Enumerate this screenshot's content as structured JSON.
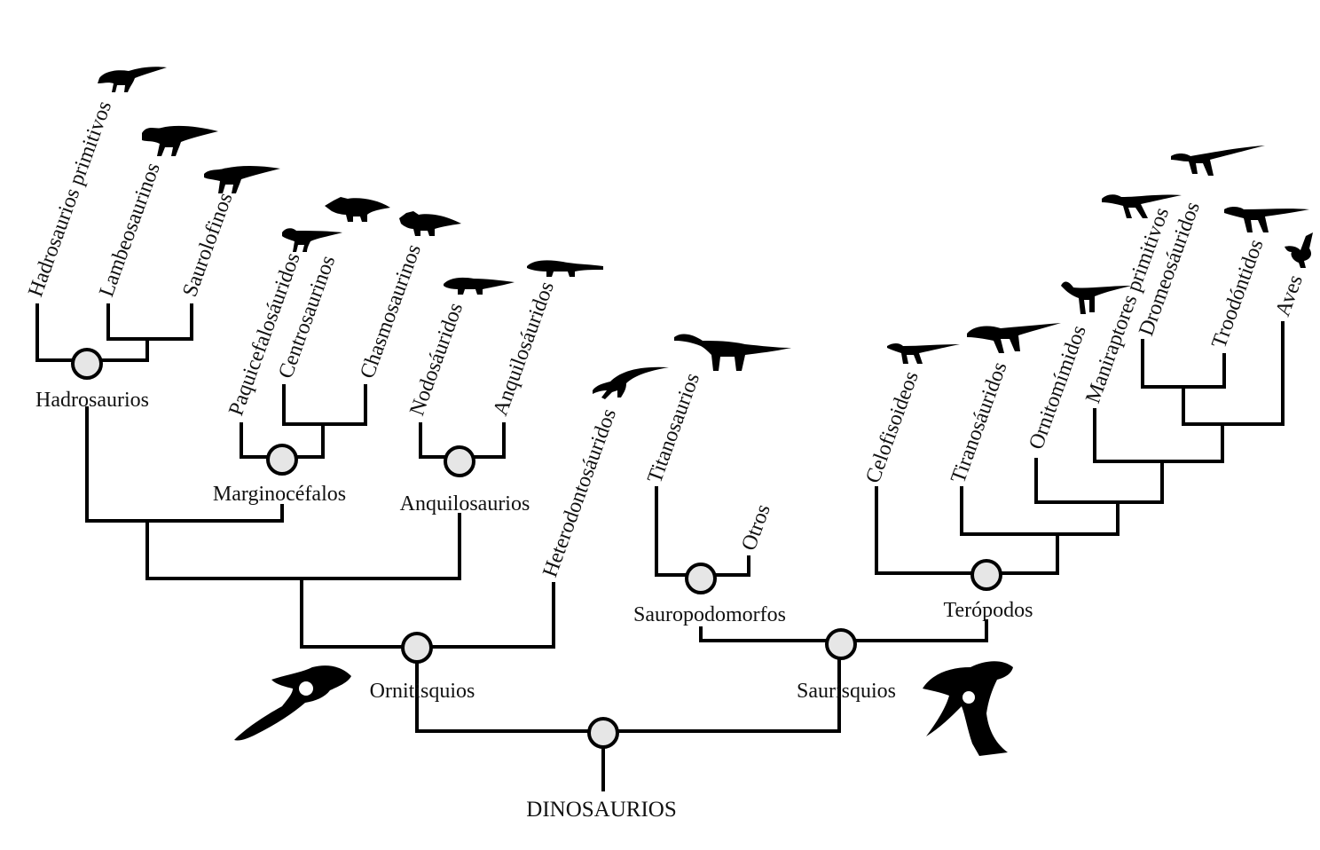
{
  "diagram": {
    "root_label": "DINOSAURIOS",
    "clades": {
      "ornitisquios": "Ornitisquios",
      "saurisquios": "Saurisquios",
      "hadrosaurios": "Hadrosaurios",
      "marginocefalos": "Marginocéfalos",
      "anquilosaurios": "Anquilosaurios",
      "sauropodomorfos": "Sauropodomorfos",
      "teropodos": "Terópodos"
    },
    "leaves": {
      "hadrosaurios_primitivos": "Hadrosaurios primitivos",
      "lambeosaurinos": "Lambeosaurinos",
      "saurolofinos": "Saurolofinos",
      "paquicefalosauridos": "Paquicefalosáuridos",
      "centrosaurinos": "Centrosaurinos",
      "chasmosaurinos": "Chasmosaurinos",
      "nodosauridos": "Nodosáuridos",
      "anquilosauridos": "Anquilosáuridos",
      "heterodontosauridos": "Heterodontosáuridos",
      "titanosaurios": "Titanosaurios",
      "otros": "Otros",
      "celofisoideos": "Celofisoideos",
      "tiranosauridos": "Tiranosáuridos",
      "ornitomimidos": "Ornitomímidos",
      "maniraptores_primitivos": "Maniraptores primitivos",
      "dromeosauridos": "Dromeosáuridos",
      "troodontidos": "Troodóntidos",
      "aves": "Aves"
    },
    "colors": {
      "line": "#000000",
      "node_fill": "#e6e6e6",
      "silhouette": "#000000"
    }
  }
}
